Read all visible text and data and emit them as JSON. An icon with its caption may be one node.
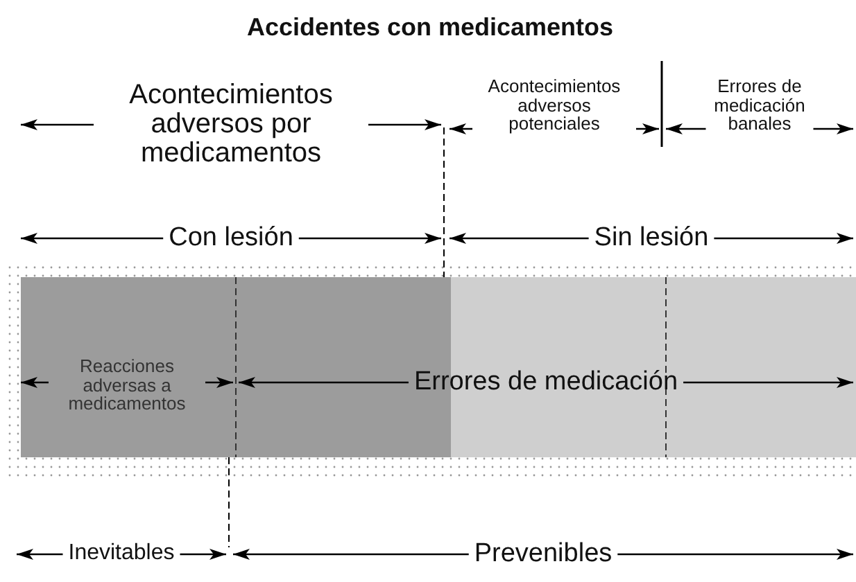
{
  "diagram": {
    "title": "Accidentes con medicamentos",
    "labels": [
      "Acontecimientos adversos por medicamentos",
      "Acontecimientos adversos potenciales",
      "Errores de medicación banales",
      "Con lesión",
      "Sin lesión",
      "Reacciones adversas a medicamentos",
      "Errores de medicación",
      "Inevitables",
      "Prevenibles"
    ]
  }
}
